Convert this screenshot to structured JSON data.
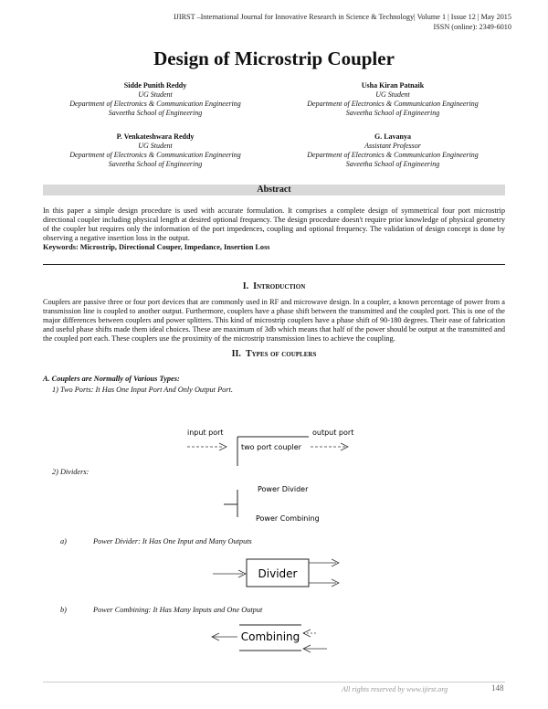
{
  "header": {
    "journal": "IJIRST –International Journal for Innovative Research in Science & Technology| Volume 1 | Issue 12 | May 2015",
    "issn": "ISSN (online): 2349-6010"
  },
  "title": "Design of Microstrip Coupler",
  "authors": [
    {
      "name": "Sidde Punith Reddy",
      "role": "UG Student",
      "dept": "Department of Electronics & Communication Engineering",
      "inst": "Saveetha School of Engineering"
    },
    {
      "name": "Usha Kiran Patnaik",
      "role": "UG Student",
      "dept": "Department of Electronics & Communication Engineering",
      "inst": "Saveetha School of Engineering"
    },
    {
      "name": "P. Venkateshwara Reddy",
      "role": "UG Student",
      "dept": "Department of Electronics & Communication Engineering",
      "inst": "Saveetha School of Engineering"
    },
    {
      "name": "G. Lavanya",
      "role": "Assistant Professor",
      "dept": "Department of Electronics & Communication Engineering",
      "inst": "Saveetha School of Engineering"
    }
  ],
  "abstract": {
    "heading": "Abstract",
    "text": "In this paper a simple design procedure is used with accurate formulation. It comprises a complete design of symmetrical four port microstrip directional coupler including physical length at desired optional frequency. The design procedure doesn't require prior knowledge of physical geometry of the coupler but requires only the information of the port impedences, coupling and optional frequency. The validation of design concept is done by observing a negative insertion loss in the output.",
    "keywords_label": "Keywords:",
    "keywords": "Microstrip, Directional Couper, Impedance, Insertion Loss"
  },
  "sections": {
    "intro_num": "I.",
    "intro_title": "Introduction",
    "intro_text": "Couplers are passive three or four port devices that are commonly used in RF and microwave design. In a coupler, a known percentage of power from a transmission line is coupled to another output. Furthermore, couplers have a phase shift between the transmitted and the coupled port. This is one of the major differences between couplers and power splitters. This kind of microstrip couplers have a phase shift of 90-180 degrees. Their ease of fabrication and useful phase shifts made them ideal choices. These are maximum of 3db which means that half of the power should be output at the transmitted and the coupled port each. These couplers use the proximity of the microstrip transmission lines to achieve the coupling.",
    "types_num": "II.",
    "types_title": "Types of couplers",
    "sub_a": "A. Couplers are Normally of Various Types:",
    "item1": "1) Two Ports: It Has One Input Port And Only Output Port.",
    "item2": "2) Dividers:",
    "item_a_label": "a)",
    "item_a": "Power Divider: It Has One Input and Many Outputs",
    "item_b_label": "b)",
    "item_b": "Power Combining: It Has Many Inputs and One Output"
  },
  "figures": {
    "fig1_input": "input port",
    "fig1_center": "two port coupler",
    "fig1_output": "output port",
    "fig2_top": "Power Divider",
    "fig2_bottom": "Power Combining",
    "fig3_label": "Divider",
    "fig4_label": "Combining"
  },
  "footer": {
    "rights": "All rights reserved by",
    "site": "www.ijirst.org",
    "page": "148"
  }
}
